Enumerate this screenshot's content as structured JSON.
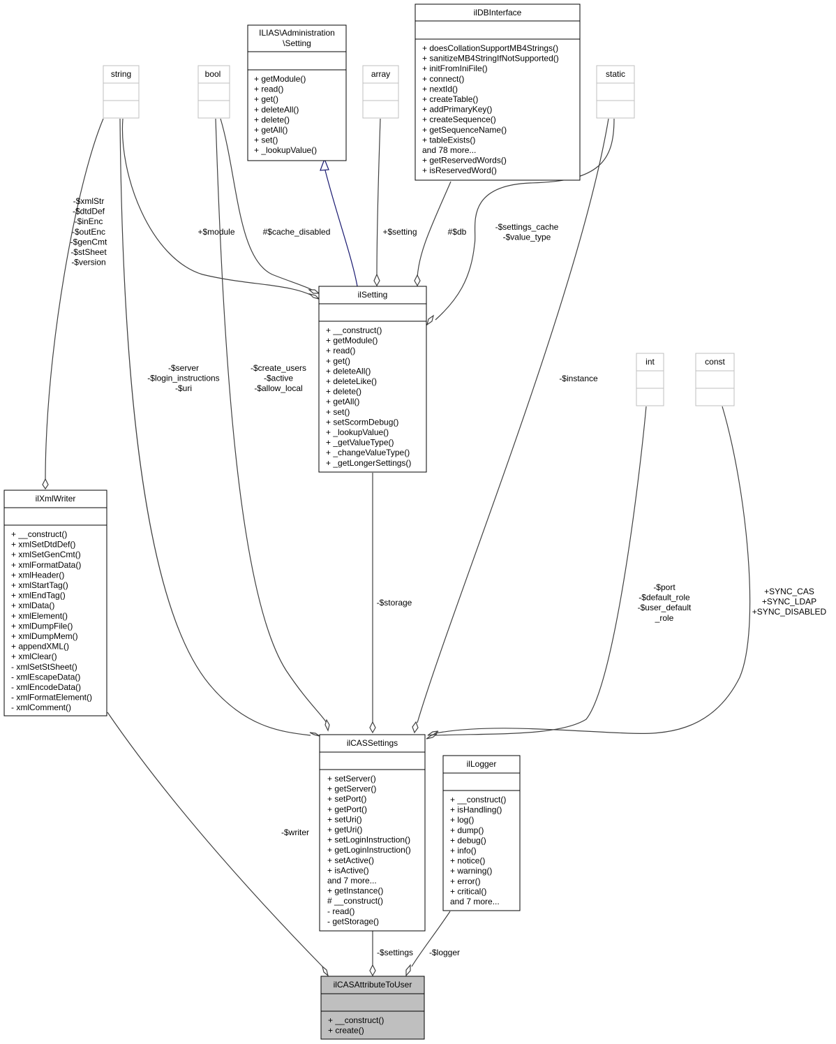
{
  "colors": {
    "edge": "#404040",
    "inheritance_edge": "#191970",
    "box_border": "#000000",
    "builtin_border": "#bfbfbf",
    "focus_fill": "#bfbfbf"
  },
  "classes": {
    "setting_interface": {
      "title": "ILIAS\\Administration\n\\Setting",
      "attributes": [],
      "methods": [
        "+ getModule()",
        "+ read()",
        "+ get()",
        "+ deleteAll()",
        "+ delete()",
        "+ getAll()",
        "+ set()",
        "+ _lookupValue()"
      ]
    },
    "db_interface": {
      "title": "ilDBInterface",
      "attributes": [],
      "methods": [
        "+ doesCollationSupportMB4Strings()",
        "+ sanitizeMB4StringIfNotSupported()",
        "+ initFromIniFile()",
        "+ connect()",
        "+ nextId()",
        "+ createTable()",
        "+ addPrimaryKey()",
        "+ createSequence()",
        "+ getSequenceName()",
        "+ tableExists()",
        "and 78 more...",
        "+ getReservedWords()",
        "+ isReservedWord()"
      ]
    },
    "string_type": {
      "title": "string",
      "attributes": [],
      "methods": []
    },
    "bool_type": {
      "title": "bool",
      "attributes": [],
      "methods": []
    },
    "array_type": {
      "title": "array",
      "attributes": [],
      "methods": []
    },
    "static_type": {
      "title": "static",
      "attributes": [],
      "methods": []
    },
    "int_type": {
      "title": "int",
      "attributes": [],
      "methods": []
    },
    "const_type": {
      "title": "const",
      "attributes": [],
      "methods": []
    },
    "il_setting": {
      "title": "ilSetting",
      "attributes": [],
      "methods": [
        "+ __construct()",
        "+ getModule()",
        "+ read()",
        "+ get()",
        "+ deleteAll()",
        "+ deleteLike()",
        "+ delete()",
        "+ getAll()",
        "+ set()",
        "+ setScormDebug()",
        "+ _lookupValue()",
        "+ _getValueType()",
        "+ _changeValueType()",
        "+ _getLongerSettings()"
      ]
    },
    "il_xml_writer": {
      "title": "ilXmlWriter",
      "attributes": [],
      "methods": [
        "+ __construct()",
        "+ xmlSetDtdDef()",
        "+ xmlSetGenCmt()",
        "+ xmlFormatData()",
        "+ xmlHeader()",
        "+ xmlStartTag()",
        "+ xmlEndTag()",
        "+ xmlData()",
        "+ xmlElement()",
        "+ xmlDumpFile()",
        "+ xmlDumpMem()",
        "+ appendXML()",
        "+ xmlClear()",
        "- xmlSetStSheet()",
        "- xmlEscapeData()",
        "- xmlEncodeData()",
        "- xmlFormatElement()",
        "- xmlComment()"
      ]
    },
    "il_cas_settings": {
      "title": "ilCASSettings",
      "attributes": [],
      "methods": [
        "+ setServer()",
        "+ getServer()",
        "+ setPort()",
        "+ getPort()",
        "+ setUri()",
        "+ getUri()",
        "+ setLoginInstruction()",
        "+ getLoginInstruction()",
        "+ setActive()",
        "+ isActive()",
        "and 7 more...",
        "+ getInstance()",
        "# __construct()",
        "- read()",
        "- getStorage()"
      ]
    },
    "il_logger": {
      "title": "ilLogger",
      "attributes": [],
      "methods": [
        "+ __construct()",
        "+ isHandling()",
        "+ log()",
        "+ dump()",
        "+ debug()",
        "+ info()",
        "+ notice()",
        "+ warning()",
        "+ error()",
        "+ critical()",
        "and 7 more..."
      ]
    },
    "il_cas_attribute_to_user": {
      "title": "ilCASAttributeToUser",
      "attributes": [],
      "methods": [
        "+ __construct()",
        "+ create()"
      ]
    }
  },
  "edge_labels": {
    "xml_writer_fields": [
      "-$xmlStr",
      "-$dtdDef",
      "-$inEnc",
      "-$outEnc",
      "-$genCmt",
      "-$stSheet",
      "-$version"
    ],
    "module": [
      "+$module"
    ],
    "cache_disabled": [
      "#$cache_disabled"
    ],
    "setting": [
      "+$setting"
    ],
    "db": [
      "#$db"
    ],
    "settings_cache": [
      "-$settings_cache",
      "-$value_type"
    ],
    "server": [
      "-$server",
      "-$login_instructions",
      "-$uri"
    ],
    "create_users": [
      "-$create_users",
      "-$active",
      "-$allow_local"
    ],
    "instance": [
      "-$instance"
    ],
    "storage": [
      "-$storage"
    ],
    "port": [
      "-$port",
      "-$default_role",
      "-$user_default",
      "_role"
    ],
    "sync": [
      "+SYNC_CAS",
      "+SYNC_LDAP",
      "+SYNC_DISABLED"
    ],
    "writer": [
      "-$writer"
    ],
    "settings": [
      "-$settings"
    ],
    "logger": [
      "-$logger"
    ]
  }
}
